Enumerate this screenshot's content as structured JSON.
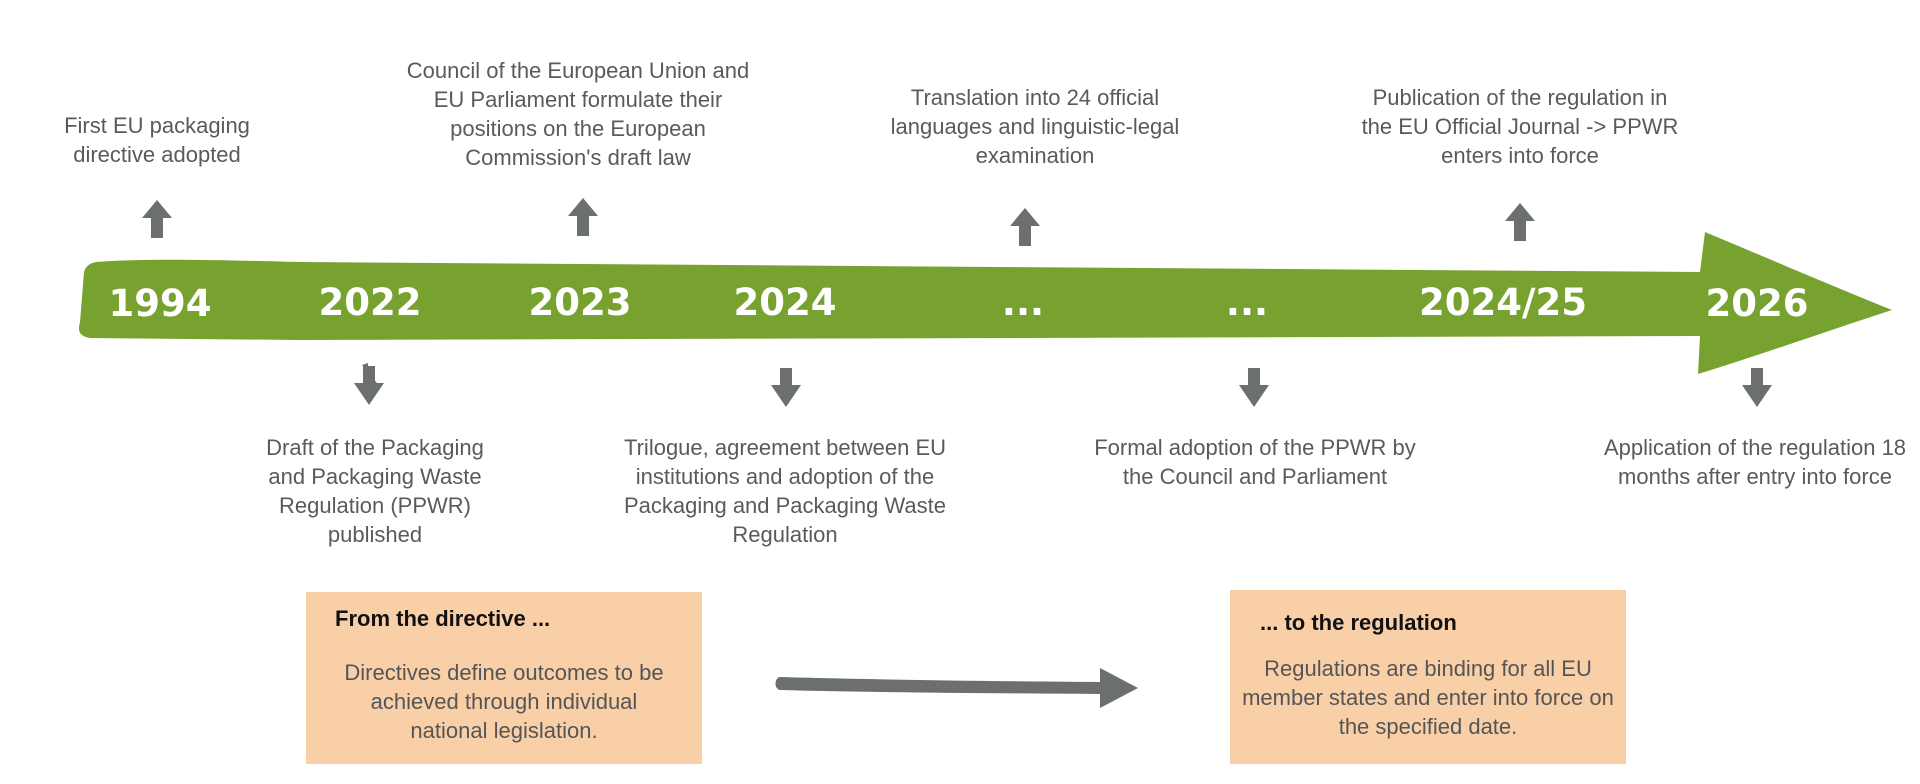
{
  "colors": {
    "arrow_green": "#78a22f",
    "marker_gray": "#6b6f70",
    "box_peach": "#f9cfa8",
    "year_text": "#ffffff"
  },
  "timeline": {
    "years": [
      "1994",
      "2022",
      "2023",
      "2024",
      "...",
      "...",
      "2024/25",
      "2026"
    ]
  },
  "events": {
    "e1994": "First EU packaging directive adopted",
    "e2022": "Draft of the Packaging and Packaging Waste Regulation (PPWR) published",
    "e2023": "Council of the European Union and EU Parliament formulate their positions on the European Commission's draft law",
    "e2024": "Trilogue, agreement between EU institutions and adoption of the Packaging and Packaging Waste Regulation",
    "e_dots1": "Translation into 24 official languages and linguistic-legal examination",
    "e_dots2": "Formal adoption of the PPWR by the Council and Parliament",
    "e2024_25": "Publication of the regulation in the EU Official Journal -> PPWR enters into force",
    "e2026": "Application of the regulation 18 months after entry into force"
  },
  "boxes": {
    "directive": {
      "title": "From the directive ...",
      "text": "Directives define outcomes to be achieved through individual national legislation."
    },
    "regulation": {
      "title": "... to the regulation",
      "text": "Regulations are binding for all EU member states and enter into force on the specified date."
    }
  }
}
